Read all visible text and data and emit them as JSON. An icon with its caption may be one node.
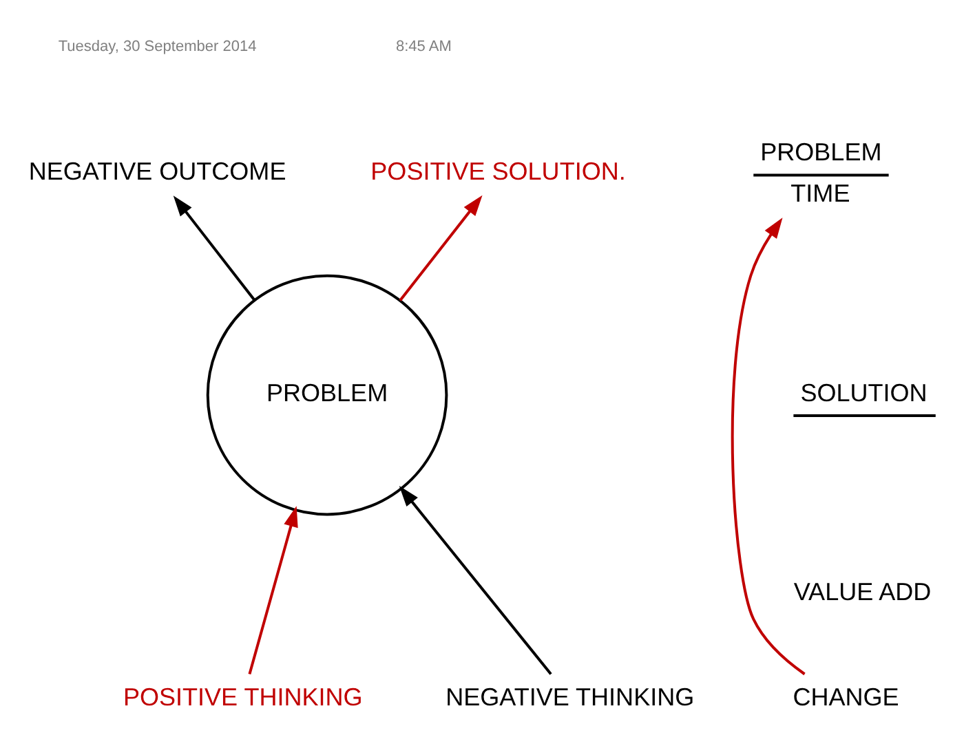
{
  "diagram": {
    "nodes": [
      {
        "text": [
          "PROBLEM"
        ]
      },
      {
        "text": [
          "NEGATIVE OUTCOME"
        ]
      },
      {
        "text": [
          "POSITIVE SOLUTION."
        ]
      },
      {
        "text": [
          "PROBLEM",
          "TIME"
        ]
      },
      {
        "text": [
          "CHANGE"
        ]
      },
      {
        "text": [
          "POSITIVE THINKING"
        ]
      },
      {
        "text": [
          "NEGATIVE THINKING"
        ]
      }
    ],
    "edges": [
      {
        "from": 0,
        "to": 1,
        "arrow": "to",
        "color": "#000000"
      },
      {
        "from": 0,
        "to": 2,
        "arrow": "to",
        "color": "#c00000"
      },
      {
        "from": 4,
        "to": 3,
        "arrow": "to",
        "color": "#c00000"
      },
      {
        "from": 5,
        "to": 0,
        "arrow": "to",
        "color": "#c00000"
      },
      {
        "from": 6,
        "to": 0,
        "arrow": "to",
        "color": "#000000"
      }
    ],
    "labels": [
      "Tuesday, 30 September 2014",
      "8:45 AM",
      "SOLUTION",
      "VALUE ADD"
    ]
  }
}
